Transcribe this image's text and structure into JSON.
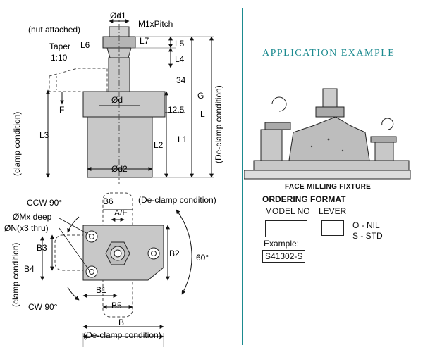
{
  "side_view": {
    "labels": {
      "od1": "Ød1",
      "m1_pitch": "M1xPitch",
      "nut_attached": "(nut attached)",
      "taper": "Taper",
      "taper_ratio": "1:10",
      "l6": "L6",
      "l7": "L7",
      "l5": "L5",
      "l4": "L4",
      "dim_34": "34",
      "g": "G",
      "od": "Ød",
      "dim_12_5": "12.5",
      "f": "F",
      "l": "L",
      "l3": "L3",
      "l2": "L2",
      "l1": "L1",
      "od2": "Ød2",
      "clamp_condition": "(clamp condition)",
      "declamp_condition": "(De-clamp condition)"
    }
  },
  "top_view": {
    "labels": {
      "ccw": "CCW 90°",
      "omx_deep": "ØMx deep",
      "on_thru": "ØN(x3 thru)",
      "b6": "B6",
      "af": "A/F",
      "declamp_top": "(De-clamp condition)",
      "b3": "B3",
      "b4": "B4",
      "b2": "B2",
      "angle_60": "60°",
      "b1": "B1",
      "b5": "B5",
      "b": "B",
      "cw": "CW 90°",
      "clamp_condition": "(clamp condition)",
      "declamp_bottom": "(De-clamp condition)"
    }
  },
  "application": {
    "title": "APPLICATION EXAMPLE",
    "caption": "FACE MILLING FIXTURE"
  },
  "ordering": {
    "title": "ORDERING FORMAT",
    "model_no_label": "MODEL NO",
    "lever_label": "LEVER",
    "option_nil": "O - NIL",
    "option_std": "S - STD",
    "example_label": "Example:",
    "example_value": "S41302-S"
  }
}
